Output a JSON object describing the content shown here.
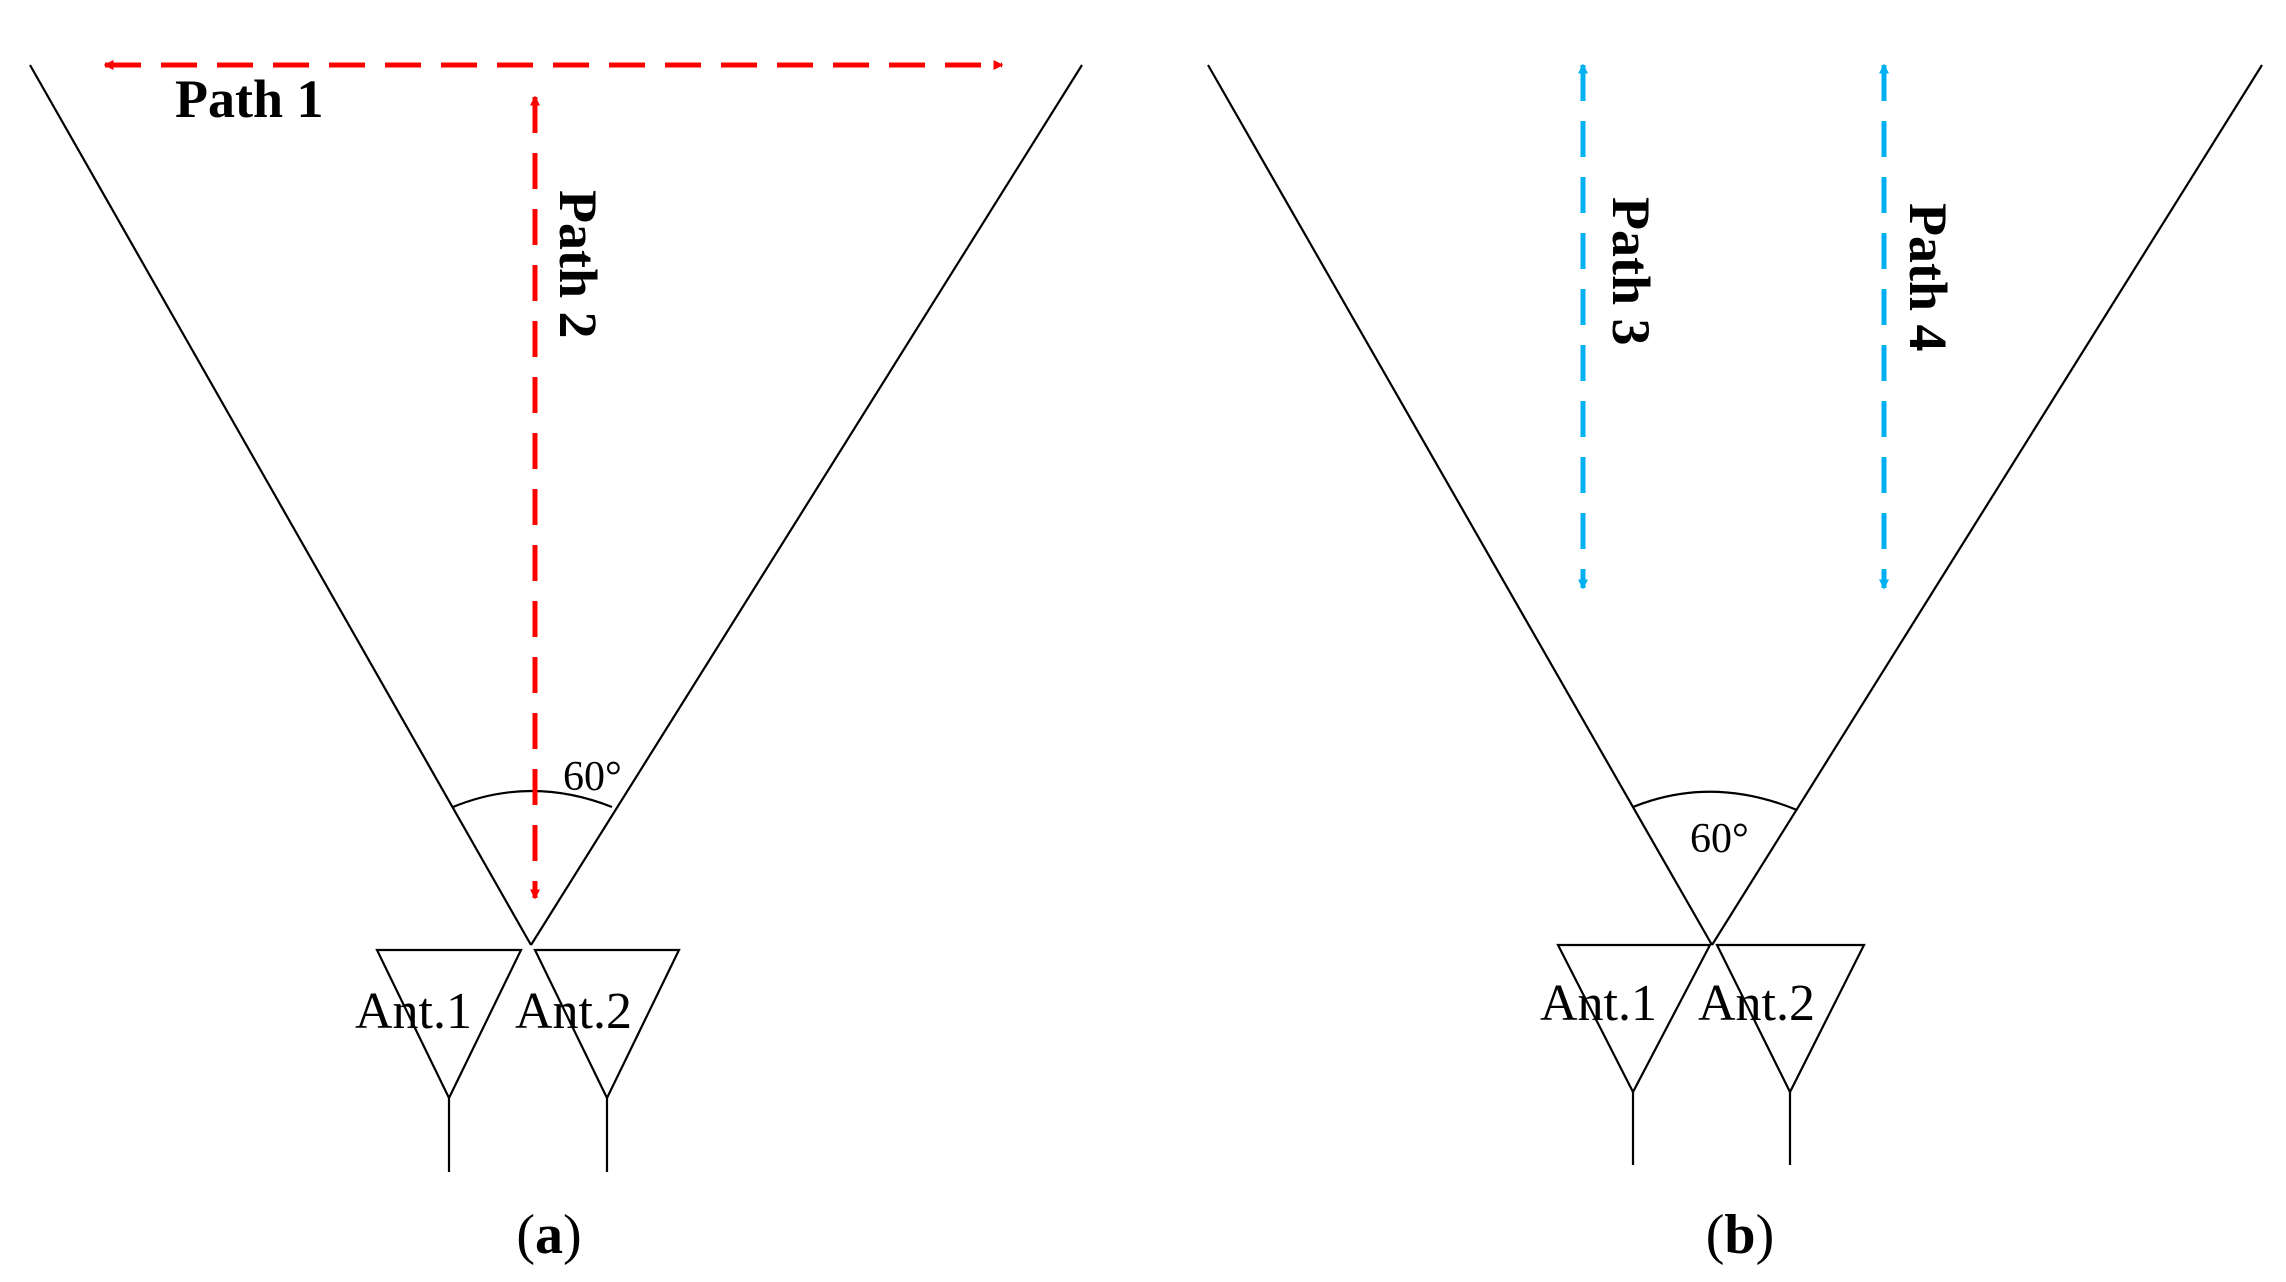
{
  "panel_a": {
    "caption_open": "(",
    "caption_letter": "a",
    "caption_close": ")",
    "angle_label": "60°",
    "antenna_1_label": "Ant.1",
    "antenna_2_label": "Ant.2",
    "paths": [
      {
        "label": "Path 1",
        "direction": "horizontal",
        "color": "#ff0000"
      },
      {
        "label": "Path 2",
        "direction": "vertical",
        "color": "#ff0000"
      }
    ]
  },
  "panel_b": {
    "caption_open": "(",
    "caption_letter": "b",
    "caption_close": ")",
    "angle_label": "60°",
    "antenna_1_label": "Ant.1",
    "antenna_2_label": "Ant.2",
    "paths": [
      {
        "label": "Path 3",
        "direction": "vertical",
        "color": "#00b0f0"
      },
      {
        "label": "Path 4",
        "direction": "vertical",
        "color": "#00b0f0"
      }
    ]
  },
  "colors": {
    "red_path": "#ff0000",
    "blue_path": "#00b0f0",
    "outline": "#000000"
  }
}
